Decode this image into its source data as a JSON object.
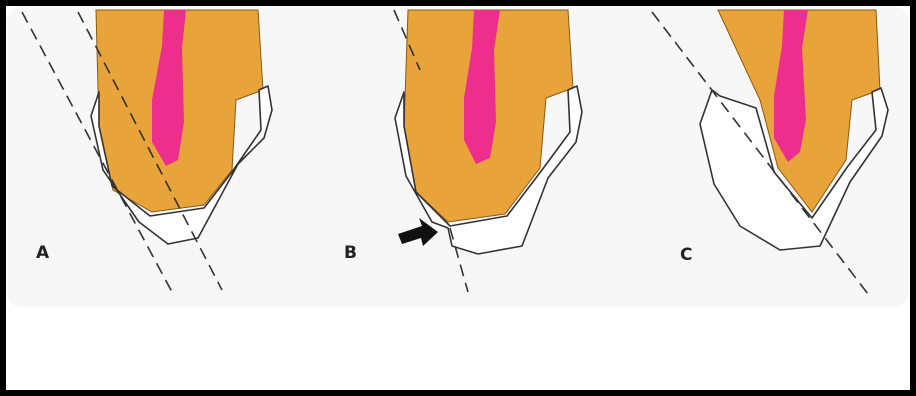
{
  "figure": {
    "panels": [
      {
        "label": "A"
      },
      {
        "label": "B"
      },
      {
        "label": "C"
      }
    ],
    "colors": {
      "dentin": "#E8A33A",
      "pulp": "#EE2E8C",
      "crown": "#FFFFFF",
      "outline": "#333333",
      "arrow": "#111111",
      "frame": "#000000",
      "panel_background": "#F7F7F7"
    }
  }
}
